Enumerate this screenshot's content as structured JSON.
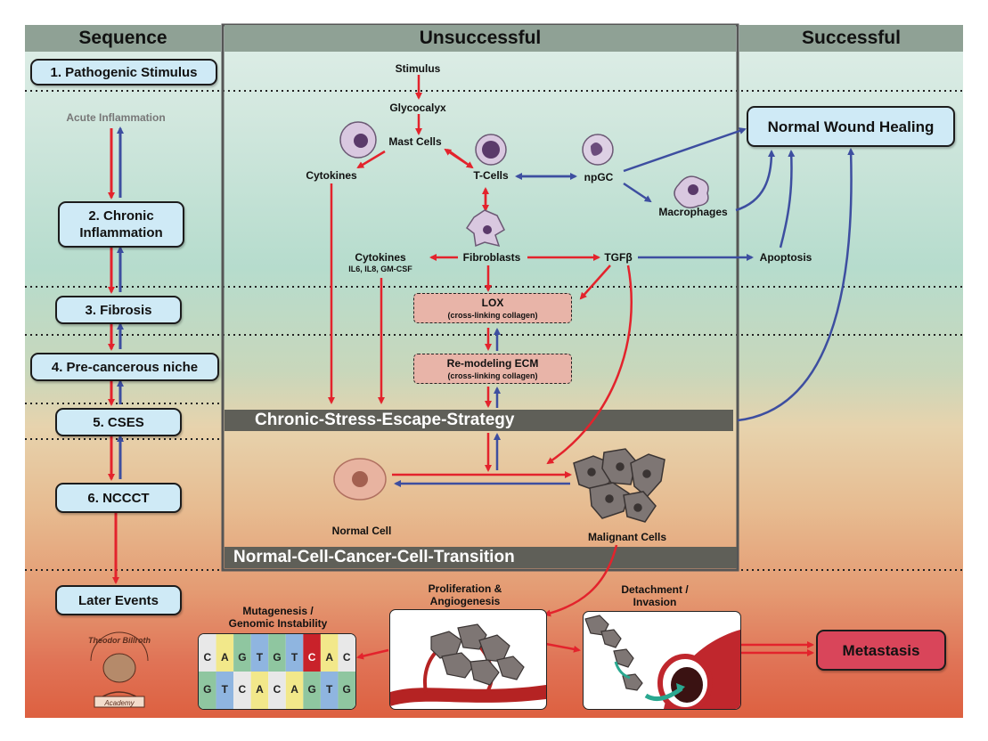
{
  "headers": {
    "sequence": "Sequence",
    "unsuccessful": "Unsuccessful",
    "successful": "Successful"
  },
  "sequence_steps": [
    "1. Pathogenic Stimulus",
    "Acute Inflammation",
    "2. Chronic Inflammation",
    "3. Fibrosis",
    "4. Pre-cancerous niche",
    "5. CSES",
    "6. NCCCT",
    "Later Events"
  ],
  "unsuccessful": {
    "stimulus": "Stimulus",
    "glycocalyx": "Glycocalyx",
    "mast_cells": "Mast Cells",
    "cytokines_top": "Cytokines",
    "t_cells": "T-Cells",
    "npgc": "npGC",
    "macrophages": "Macrophages",
    "cytokines_mid": "Cytokines",
    "cytokines_sub": "IL6, IL8, GM-CSF",
    "fibroblasts": "Fibroblasts",
    "tgfb": "TGFβ",
    "lox": "LOX",
    "lox_sub": "(cross-linking collagen)",
    "remodeling": "Re-modeling ECM",
    "remodeling_sub": "(cross-linking collagen)",
    "cses_band": "Chronic-Stress-Escape-Strategy",
    "normal_cell": "Normal Cell",
    "malignant_cells": "Malignant Cells",
    "ncct_band": "Normal-Cell-Cancer-Cell-Transition"
  },
  "successful": {
    "wound_healing": "Normal Wound Healing",
    "apoptosis": "Apoptosis"
  },
  "later": {
    "mutagenesis": "Mutagenesis /\nGenomic Instability",
    "proliferation": "Proliferation &\nAngiogenesis",
    "detachment": "Detachment /\nInvasion",
    "metastasis": "Metastasis",
    "dna_top": [
      "C",
      "A",
      "G",
      "T",
      "G",
      "T",
      "C",
      "A",
      "C"
    ],
    "dna_bottom": [
      "G",
      "T",
      "C",
      "A",
      "C",
      "A",
      "G",
      "T",
      "G"
    ]
  },
  "logo": {
    "name": "Theodor Billroth",
    "academy": "Academy"
  },
  "colors": {
    "red_arrow": "#e3232c",
    "blue_arrow": "#3d4ea0",
    "box_fill": "#cfeaf6",
    "band": "#5f5f58",
    "metastasis": "#d9455a"
  }
}
